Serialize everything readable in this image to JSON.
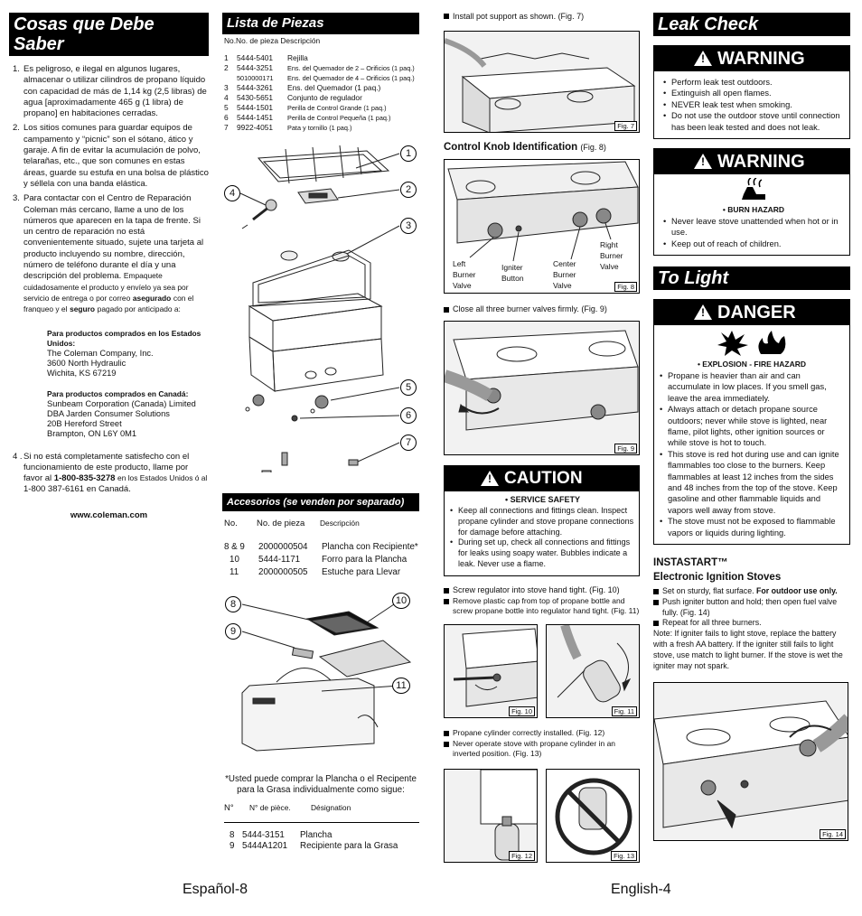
{
  "left": {
    "banner": "Cosas que Debe Saber",
    "items": [
      {
        "n": "1.",
        "text": "Es peligroso, e ilegal en algunos lugares, almacenar o utilizar cilindros de propano líquido con capacidad de más de 1,14 kg (2,5 libras) de agua [aproximadamente 465 g (1 libra) de propano] en habitaciones cerradas."
      },
      {
        "n": "2.",
        "text": "Los sitios comunes para guardar equipos de campamento y “picnic” son el sótano, ático y garaje. A fin de evitar la acumulación de polvo, telarañas, etc., que son comunes en estas áreas, guarde su estufa en una bolsa de plástico y séllela con una banda elástica."
      },
      {
        "n": "3.",
        "text": "Para contactar con el Centro de Reparación Coleman más cercano, llame a uno de los números que aparecen en la tapa de frente. Si un centro de reparación no está convenientemente situado, sujete una tarjeta al producto incluyendo su nombre, dirección, número de teléfono durante el día y una descripción del problema."
      },
      {
        "n": "4 .",
        "text": "Si no está completamente satisfecho con el funcionamiento de este producto, llame por favor al"
      }
    ],
    "item3_small": "Empaquete cuidadosamente el producto y envíelo ya sea por servicio de entrega o por correo",
    "item3_bold1": "asegurado",
    "item3_mid": "con el franqueo y el",
    "item3_bold2": "seguro",
    "item3_end": "pagado por anticipado a:",
    "us_head": "Para productos comprados en los Estados Unidos:",
    "us_lines": [
      "The Coleman Company, Inc.",
      "3600 North Hydraulic",
      "Wichita, KS 67219"
    ],
    "ca_head": "Para productos comprados en Canadá:",
    "ca_lines": [
      "Sunbeam Corporation (Canada) Limited",
      "DBA Jarden Consumer Solutions",
      "20B Hereford Street",
      "Brampton, ON  L6Y 0M1"
    ],
    "item4_phone": "1-800-835-3278",
    "item4_mid": "en los Estados Unidos ó al",
    "item4_phone2": "1-800 387-6161",
    "item4_end": "en Canadá.",
    "website": "www.coleman.com",
    "footer": "Español-8"
  },
  "parts": {
    "banner": "Lista de Piezas",
    "header": "No.No. de pieza  Descripción",
    "rows": [
      [
        "1",
        "5444-5401",
        "Rejilla"
      ],
      [
        "2",
        "5444-3251",
        "Ens. del Quemador de 2 – Orificios (1 paq.)"
      ],
      [
        "",
        "5010000171",
        "Ens. del Quemador de 4 – Orificios (1 paq.)"
      ],
      [
        "3",
        "5444-3261",
        "Ens. del Quemador (1 paq.)"
      ],
      [
        "4",
        "5430-5651",
        "Conjunto de regulador"
      ],
      [
        "5",
        "5444-1501",
        "Perilla de Control Grande (1 paq.)"
      ],
      [
        "6",
        "5444-1451",
        "Perilla de Control Pequeña (1 paq.)"
      ],
      [
        "7",
        "9922-4051",
        "Pata y tornillo (1 paq.)"
      ]
    ],
    "callouts": [
      "1",
      "2",
      "3",
      "4",
      "5",
      "6",
      "7"
    ],
    "acc_banner": "Accesorios (se venden por separado)",
    "acc_header": [
      "No.",
      "No. de pieza",
      "Descripción"
    ],
    "acc_rows": [
      [
        "8 & 9",
        "2000000504",
        "Plancha con Recipiente*"
      ],
      [
        "10",
        "5444-1171",
        "Forro para la Plancha"
      ],
      [
        "11",
        "2000000505",
        "Estuche para Llevar"
      ]
    ],
    "acc_callouts": [
      "8",
      "9",
      "10",
      "11"
    ],
    "note": "*Usted puede comprar la Plancha o el Recipente para la Grasa individualmente como sigue:",
    "note_header": [
      "N°",
      "N° de pièce.",
      "Désignation"
    ],
    "note_rows": [
      [
        "8",
        "5444-3151",
        "Plancha"
      ],
      [
        "9",
        "5444A1201",
        "Recipiente para la Grasa"
      ]
    ]
  },
  "mid": {
    "step_pot": "Install pot support as shown. (Fig. 7)",
    "fig7": "Fig. 7",
    "knob_title": "Control Knob Identification",
    "knob_fig_ref": "(Fig. 8)",
    "knob_labels": [
      "Left Burner Valve",
      "Igniter Button",
      "Center Burner Valve",
      "Right Burner Valve"
    ],
    "fig8": "Fig. 8",
    "step_close": "Close all three burner valves firmly. (Fig. 9)",
    "fig9": "Fig. 9",
    "caution_title": "CAUTION",
    "caution_sub": "• SERVICE SAFETY",
    "caution_items": [
      "Keep all connections and fittings clean. Inspect propane cylinder and stove propane connections for damage before attaching.",
      "During set up, check all connections and fittings for leaks using soapy water. Bubbles indicate a leak. Never use a flame."
    ],
    "step_reg": "Screw regulator into stove hand tight. (Fig. 10)",
    "step_cap": "Remove plastic cap from top of propane bottle and screw propane bottle into regulator hand tight. (Fig. 11)",
    "fig10": "Fig. 10",
    "fig11": "Fig. 11",
    "step_installed": "Propane cylinder correctly installed. (Fig. 12)",
    "step_never": "Never operate stove with propane cylinder in an inverted position. (Fig. 13)",
    "fig12": "Fig. 12",
    "fig13": "Fig. 13",
    "footer": "English-4"
  },
  "right": {
    "leak_banner": "Leak Check",
    "warn1_title": "WARNING",
    "warn1_items": [
      "Perform leak test outdoors.",
      "Extinguish all open flames.",
      "NEVER leak test when smoking.",
      "Do not use the outdoor stove until connection has been leak tested and does not leak."
    ],
    "warn2_title": "WARNING",
    "warn2_sub": "• BURN HAZARD",
    "warn2_items": [
      "Never leave stove unattended when hot or in use.",
      "Keep out of reach of children."
    ],
    "light_banner": "To Light",
    "danger_title": "DANGER",
    "danger_sub": "• EXPLOSION - FIRE HAZARD",
    "danger_items": [
      "Propane is heavier than air and can accumulate in low places. If you smell gas, leave the area immediately.",
      "Always attach or detach propane source outdoors; never while stove is lighted, near flame, pilot lights, other ignition sources or while stove is hot to touch.",
      "This stove is red hot during use and can ignite flammables too close to the burners. Keep flammables at least 12 inches from the sides and 48 inches from the top of the stove. Keep gasoline and other flammable liquids and vapors well away from stove.",
      "The stove must not be exposed to flammable vapors or liquids during lighting."
    ],
    "insta_title": "INSTASTART™",
    "insta_sub": "Electronic Ignition Stoves",
    "insta_step1": "Set on sturdy, flat surface.",
    "insta_step1_bold": "For outdoor use only.",
    "insta_step2": "Push igniter button and hold; then open fuel valve fully. (Fig. 14)",
    "insta_step3": "Repeat for all three burners.",
    "insta_note": "Note: If igniter fails to light stove, replace the battery with a fresh AA battery.  If the igniter still fails to light stove, use match to light burner.  If the stove is wet the igniter may not spark.",
    "fig14": "Fig. 14"
  }
}
